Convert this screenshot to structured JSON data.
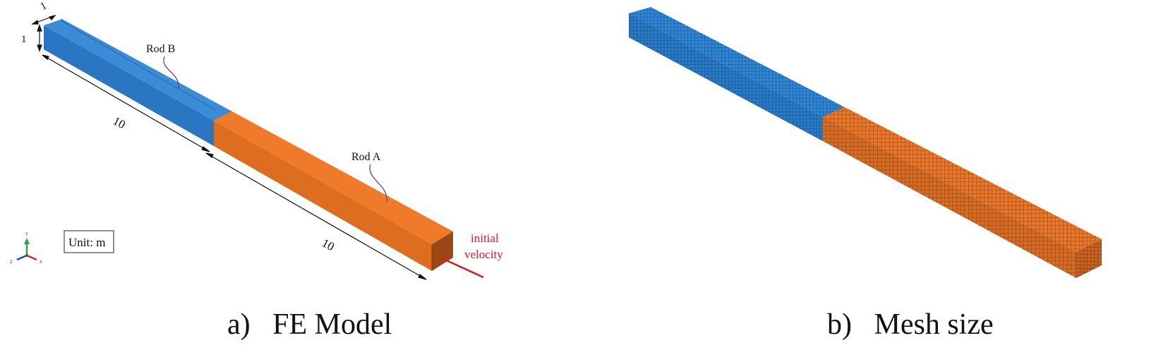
{
  "figure_a": {
    "caption": "a)   FE Model",
    "rod_b_label": "Rod B",
    "rod_a_label": "Rod A",
    "dim_top_width": "1",
    "dim_side_height": "1",
    "dim_length_b": "10",
    "dim_length_a": "10",
    "unit_label": "Unit: m",
    "velocity_line1": "initial",
    "velocity_line2": "velocity",
    "triad": {
      "y": "Y",
      "z": "Z",
      "x": "X"
    }
  },
  "figure_b": {
    "caption": "b)   Mesh size"
  },
  "colors": {
    "rod_b_top": "#3b8bd6",
    "rod_b_side": "#2a76c3",
    "rod_a_top": "#ee7a2a",
    "rod_a_side": "#dd6d1f",
    "rod_a_end": "#9b4718",
    "velocity": "#e8141b"
  }
}
